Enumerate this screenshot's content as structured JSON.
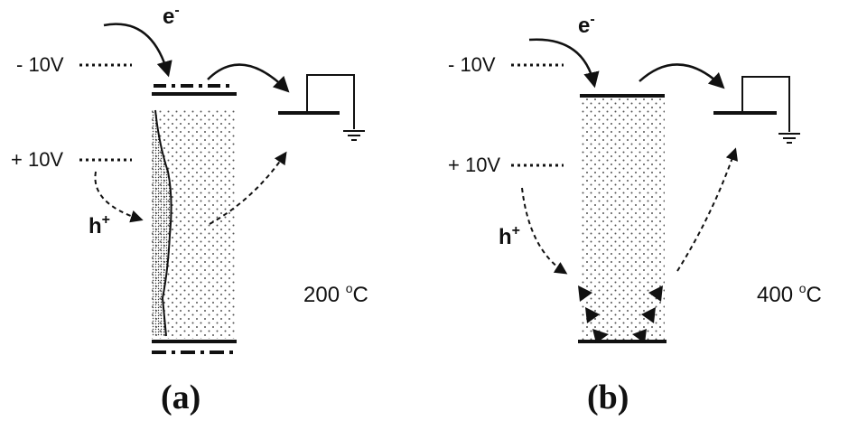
{
  "panels": [
    {
      "id": "a",
      "caption": "(a)",
      "electron_label": "e",
      "electron_sup": "-",
      "hole_label": "h",
      "hole_sup": "+",
      "top_voltage": "- 10V",
      "mid_voltage": "+ 10V",
      "temperature_value": "200 ",
      "temperature_unit_sup": "o",
      "temperature_unit": "C"
    },
    {
      "id": "b",
      "caption": "(b)",
      "electron_label": "e",
      "electron_sup": "-",
      "hole_label": "h",
      "hole_sup": "+",
      "top_voltage": "- 10V",
      "mid_voltage": "+ 10V",
      "temperature_value": "400 ",
      "temperature_unit_sup": "o",
      "temperature_unit": "C"
    }
  ],
  "colors": {
    "ink": "#111111",
    "dots": "#555555",
    "background": "#ffffff"
  }
}
